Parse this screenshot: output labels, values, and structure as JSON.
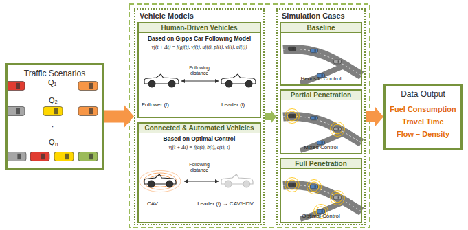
{
  "diagram": {
    "nodes": [
      {
        "text": [
          "Traffic Scenarios"
        ]
      },
      {
        "text": [
          "Vehicle Models"
        ]
      },
      {
        "text": [
          "Human-Driven Vehicles",
          "Based on Gipps Car Following Model",
          "vf(t + Δt) = f(gf(t), vf(t), uf(t), pl(t), vl(t), ul(t))",
          "Following distance",
          "Follower (f)",
          "Leader (l)"
        ],
        "in": 1
      },
      {
        "text": [
          "Connected & Automated Vehicles",
          "Based on Optimal Control",
          "vf(t + Δt) = f(a(t), b(t), c(t), t)",
          "Following distance",
          "CAV",
          "Leader (l) → CAV/HDV"
        ],
        "in": 1
      },
      {
        "text": [
          "Simulation Cases"
        ]
      },
      {
        "text": [
          "Baseline",
          "Heuristic Control"
        ],
        "in": 4
      },
      {
        "text": [
          "Partial Penetration",
          "Mixed Control"
        ],
        "in": 4
      },
      {
        "text": [
          "Full Penetration",
          "Optimal Control"
        ],
        "in": 4
      },
      {
        "text": [
          "Data Output",
          "Fuel Consumption",
          "Travel Time",
          "Flow – Density"
        ]
      }
    ],
    "edges": [
      {
        "from": 0,
        "to": 1,
        "arrow": "to"
      },
      {
        "from": 1,
        "to": 4,
        "arrow": "to"
      },
      {
        "from": 4,
        "to": 8,
        "arrow": "to"
      }
    ],
    "labels": [
      "Q₁",
      "Q₂",
      ":",
      "Qₙ"
    ]
  }
}
